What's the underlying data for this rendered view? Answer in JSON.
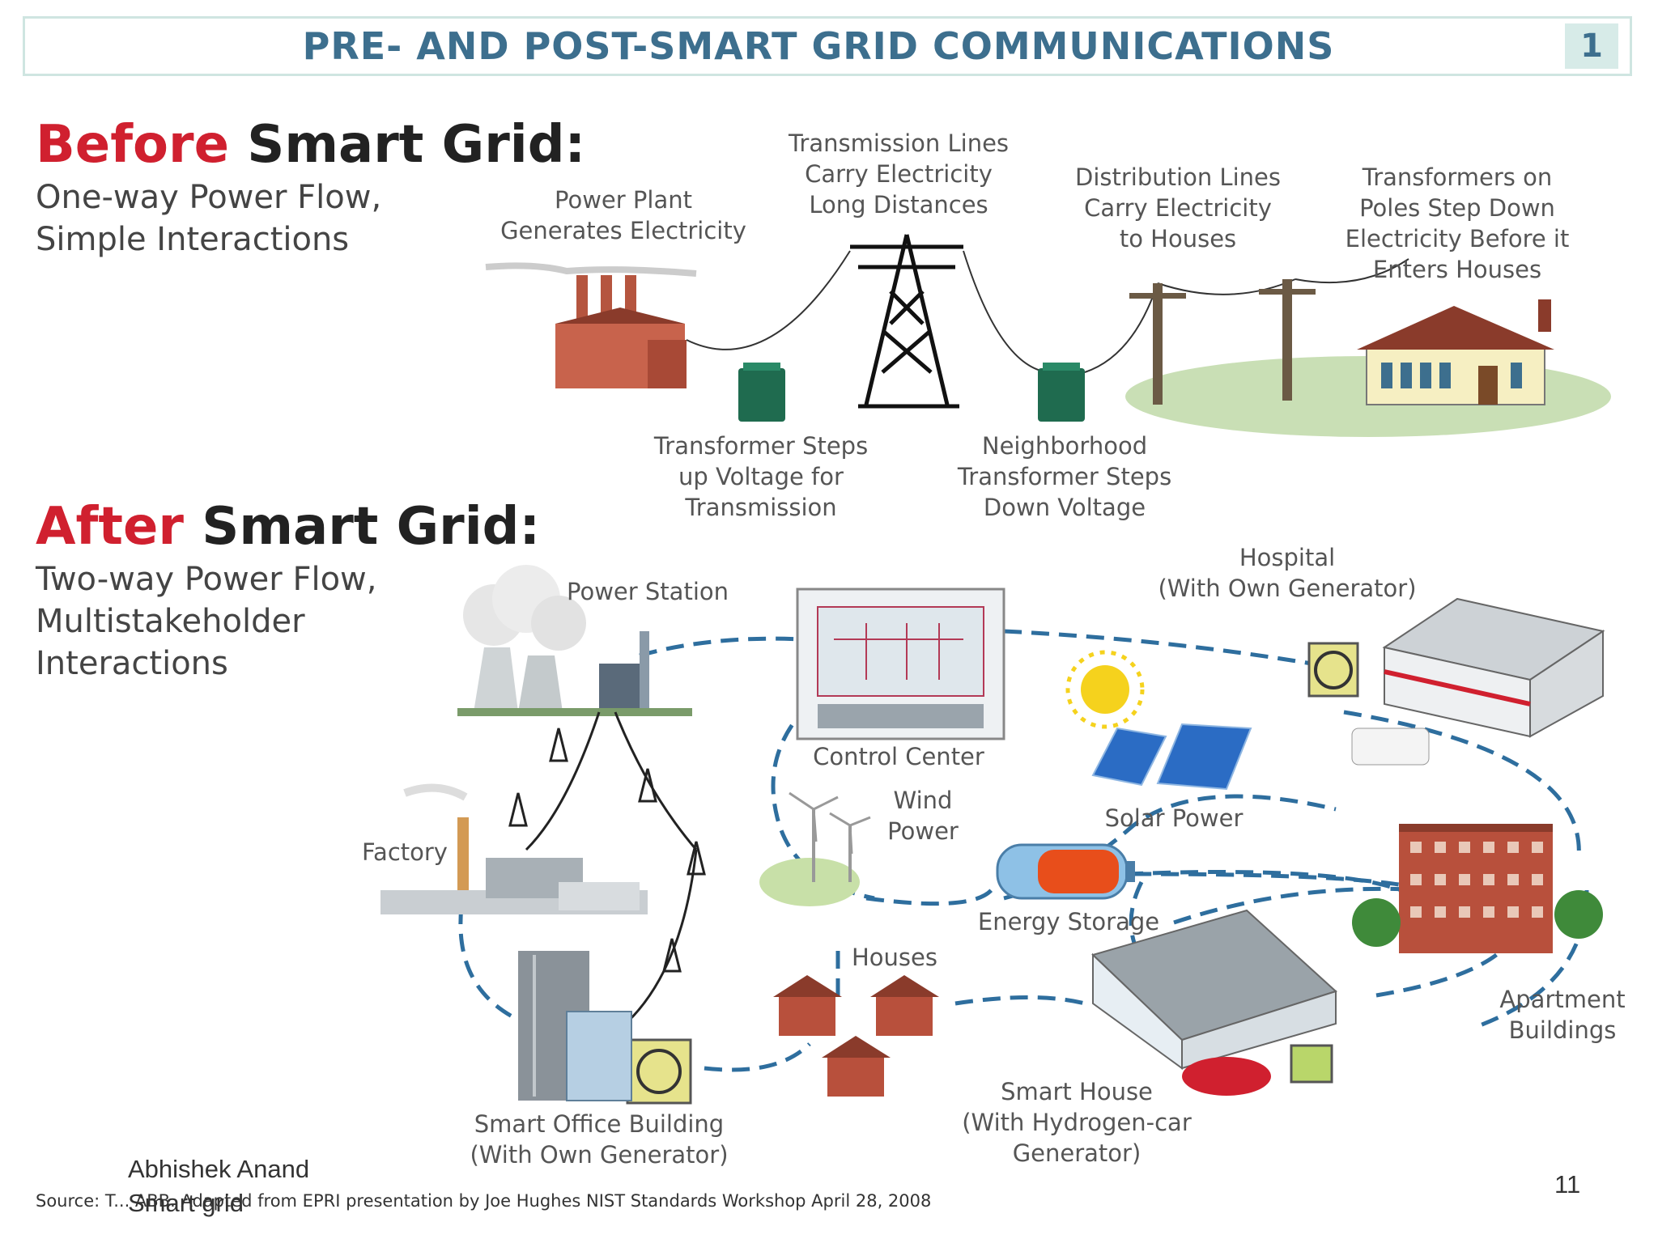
{
  "banner": {
    "title": "PRE- AND POST-SMART GRID COMMUNICATIONS",
    "number": "1"
  },
  "before": {
    "title_red": "Before",
    "title_rest": " Smart Grid:",
    "subtitle": "One-way Power Flow,\nSimple Interactions",
    "labels": {
      "power_plant": "Power Plant\nGenerates Electricity",
      "transmission": "Transmission Lines\nCarry Electricity\nLong Distances",
      "distribution": "Distribution Lines\nCarry Electricity\nto Houses",
      "pole_transformers": "Transformers on\nPoles Step Down\nElectricity Before it\nEnters Houses",
      "step_up": "Transformer Steps\nup Voltage for\nTransmission",
      "neighborhood": "Neighborhood\nTransformer Steps\nDown Voltage"
    }
  },
  "after": {
    "title_red": "After",
    "title_rest": " Smart Grid:",
    "subtitle": "Two-way Power Flow,\nMultistakeholder\nInteractions",
    "labels": {
      "power_station": "Power Station",
      "control_center": "Control Center",
      "hospital": "Hospital\n(With Own Generator)",
      "factory": "Factory",
      "wind": "Wind\nPower",
      "solar": "Solar Power",
      "storage": "Energy Storage",
      "houses": "Houses",
      "apartments": "Apartment\nBuildings",
      "smart_house": "Smart House\n(With Hydrogen-car\nGenerator)",
      "smart_office": "Smart Office Building\n(With Own Generator)"
    }
  },
  "source": "Source: T... ABB. Adapted from EPRI presentation by Joe Hughes NIST Standards Workshop April 28, 2008",
  "footer": {
    "author_line": "Abhishek Anand\nSmart grid",
    "page": "11"
  },
  "colors": {
    "red": "#d0202f",
    "teal": "#3d6f8e",
    "dash": "#2e6e9e",
    "transformer": "#1f6b4f"
  }
}
